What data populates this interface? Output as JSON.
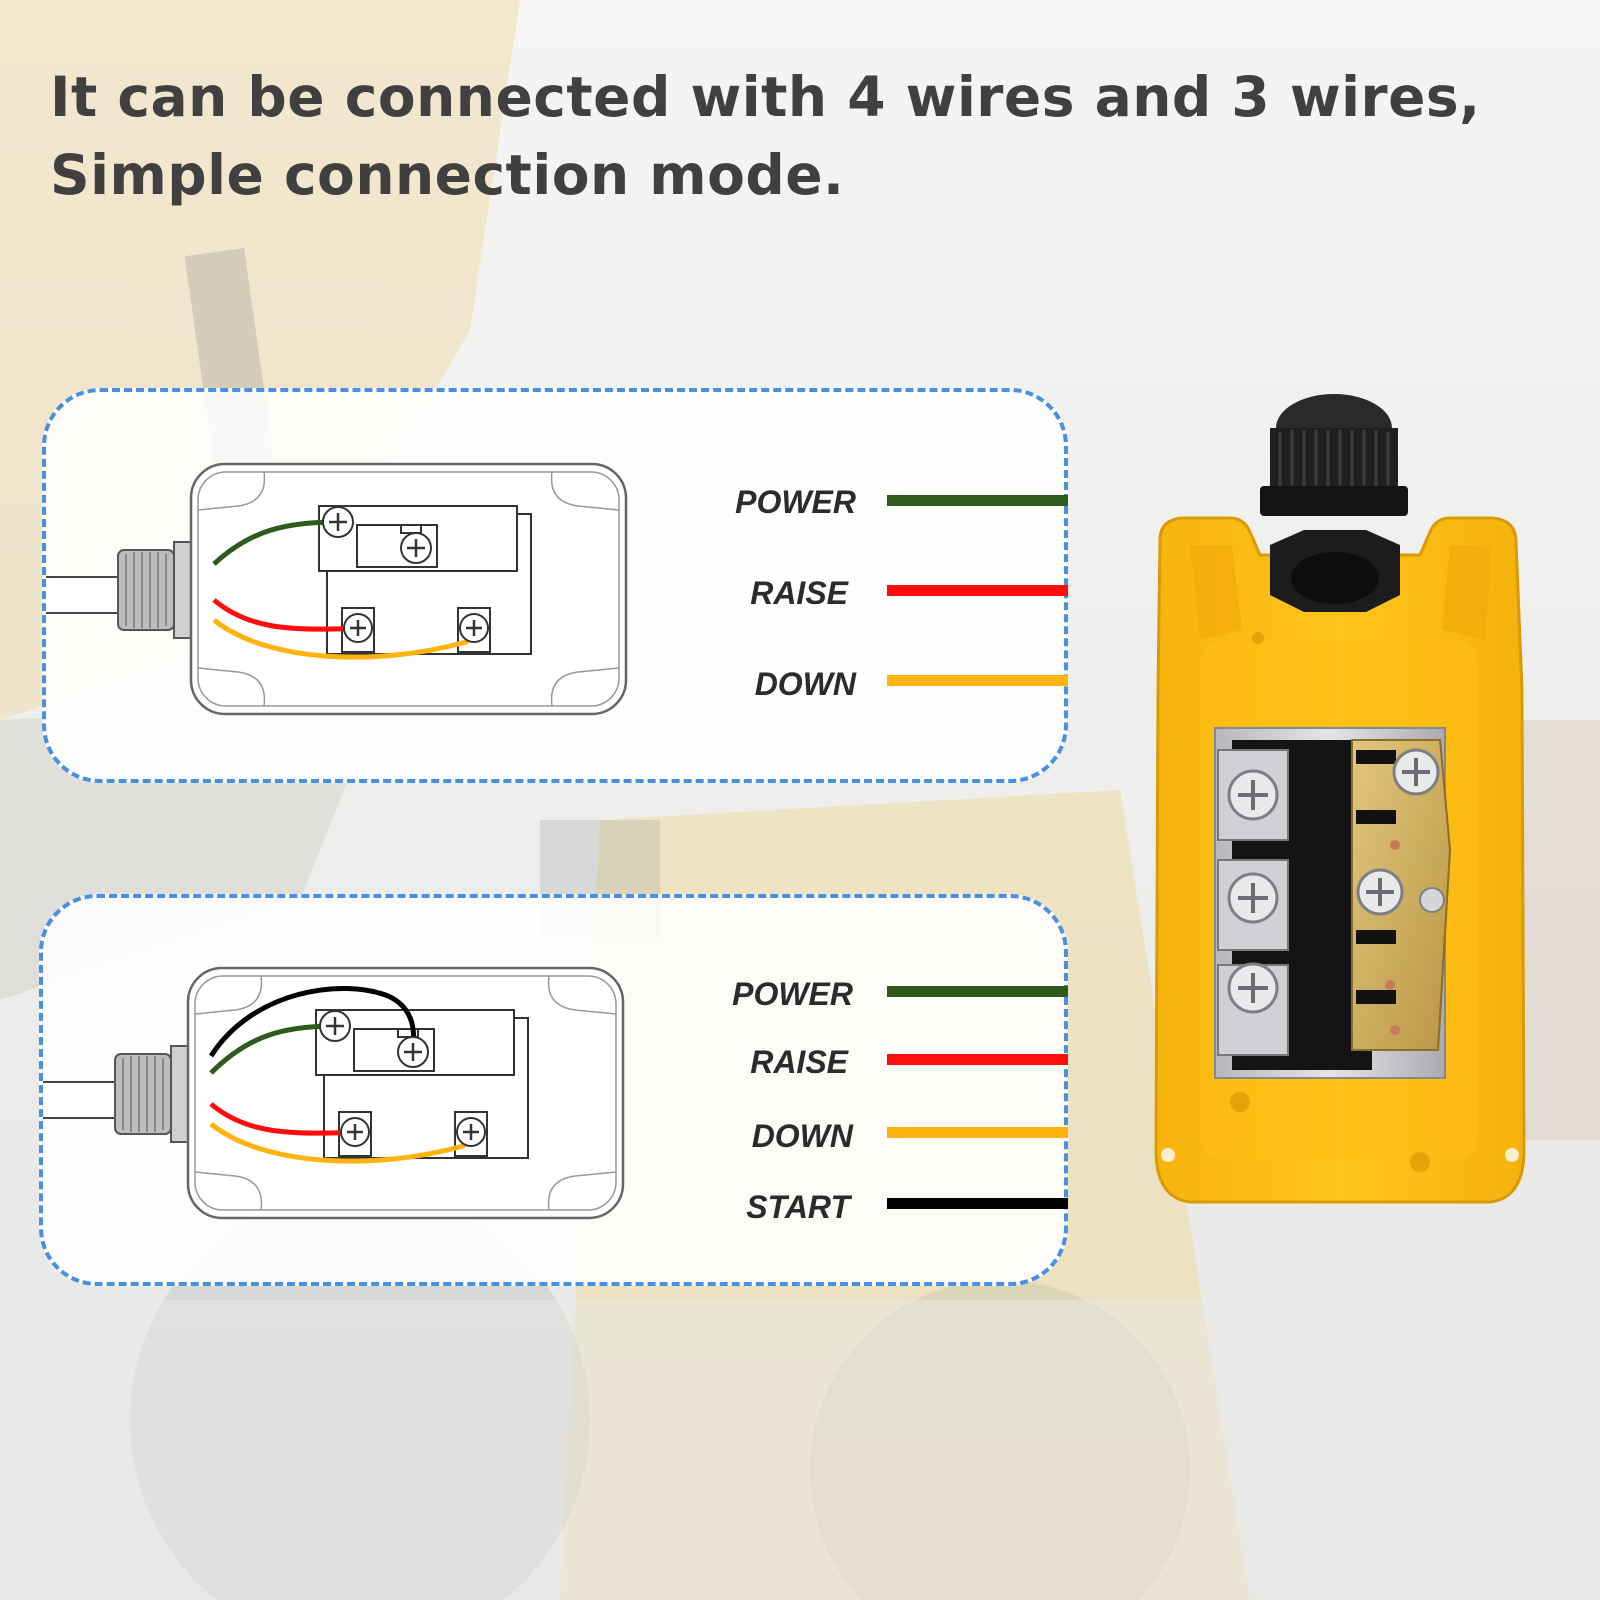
{
  "headline": {
    "line1": "It can be connected with 4 wires and 3 wires,",
    "line2": "Simple connection mode."
  },
  "wire_colors": {
    "power": "#2e5a1c",
    "raise": "#ff0d0d",
    "down": "#ffb30f",
    "start": "#000000"
  },
  "panel_three_wire": {
    "legend": [
      {
        "label": "POWER",
        "color": "#2e5a1c"
      },
      {
        "label": "RAISE",
        "color": "#ff0d0d"
      },
      {
        "label": "DOWN",
        "color": "#ffb30f"
      }
    ]
  },
  "panel_four_wire": {
    "legend": [
      {
        "label": "POWER",
        "color": "#2e5a1c"
      },
      {
        "label": "RAISE",
        "color": "#ff0d0d"
      },
      {
        "label": "DOWN",
        "color": "#ffb30f"
      },
      {
        "label": "START",
        "color": "#000000"
      }
    ]
  },
  "accent": {
    "dashed_border": "#4a90e2",
    "enclosure": "#ffc21a"
  }
}
